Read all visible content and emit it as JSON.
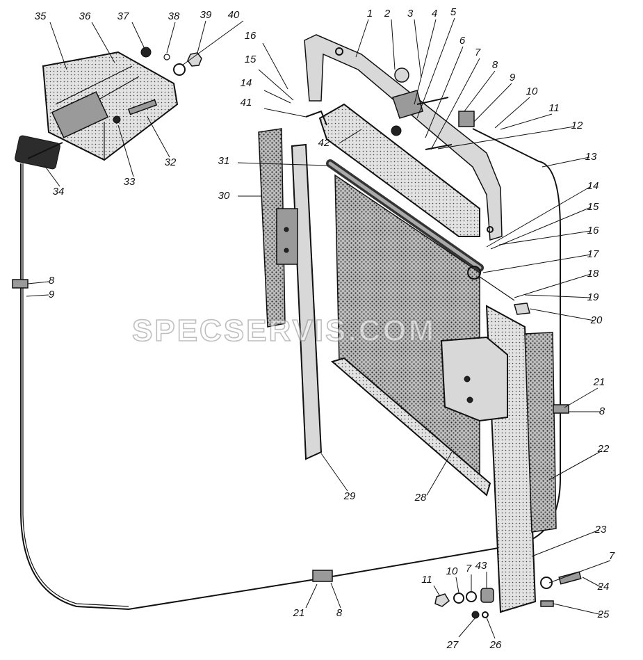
{
  "watermark": "SPECSERVIS.COM",
  "callouts": [
    {
      "label": "1"
    },
    {
      "label": "2"
    },
    {
      "label": "3"
    },
    {
      "label": "4"
    },
    {
      "label": "5"
    },
    {
      "label": "6"
    },
    {
      "label": "7"
    },
    {
      "label": "8"
    },
    {
      "label": "9"
    },
    {
      "label": "10"
    },
    {
      "label": "11"
    },
    {
      "label": "12"
    },
    {
      "label": "13"
    },
    {
      "label": "14"
    },
    {
      "label": "15"
    },
    {
      "label": "16"
    },
    {
      "label": "17"
    },
    {
      "label": "18"
    },
    {
      "label": "19"
    },
    {
      "label": "20"
    },
    {
      "label": "21"
    },
    {
      "label": "8"
    },
    {
      "label": "22"
    },
    {
      "label": "23"
    },
    {
      "label": "7"
    },
    {
      "label": "24"
    },
    {
      "label": "25"
    },
    {
      "label": "26"
    },
    {
      "label": "27"
    },
    {
      "label": "43"
    },
    {
      "label": "7"
    },
    {
      "label": "10"
    },
    {
      "label": "11"
    },
    {
      "label": "21"
    },
    {
      "label": "8"
    },
    {
      "label": "28"
    },
    {
      "label": "29"
    },
    {
      "label": "30"
    },
    {
      "label": "31"
    },
    {
      "label": "41"
    },
    {
      "label": "42"
    },
    {
      "label": "14"
    },
    {
      "label": "15"
    },
    {
      "label": "16"
    },
    {
      "label": "35"
    },
    {
      "label": "36"
    },
    {
      "label": "37"
    },
    {
      "label": "38"
    },
    {
      "label": "39"
    },
    {
      "label": "40"
    },
    {
      "label": "32"
    },
    {
      "label": "33"
    },
    {
      "label": "34"
    },
    {
      "label": "8"
    },
    {
      "label": "9"
    }
  ]
}
